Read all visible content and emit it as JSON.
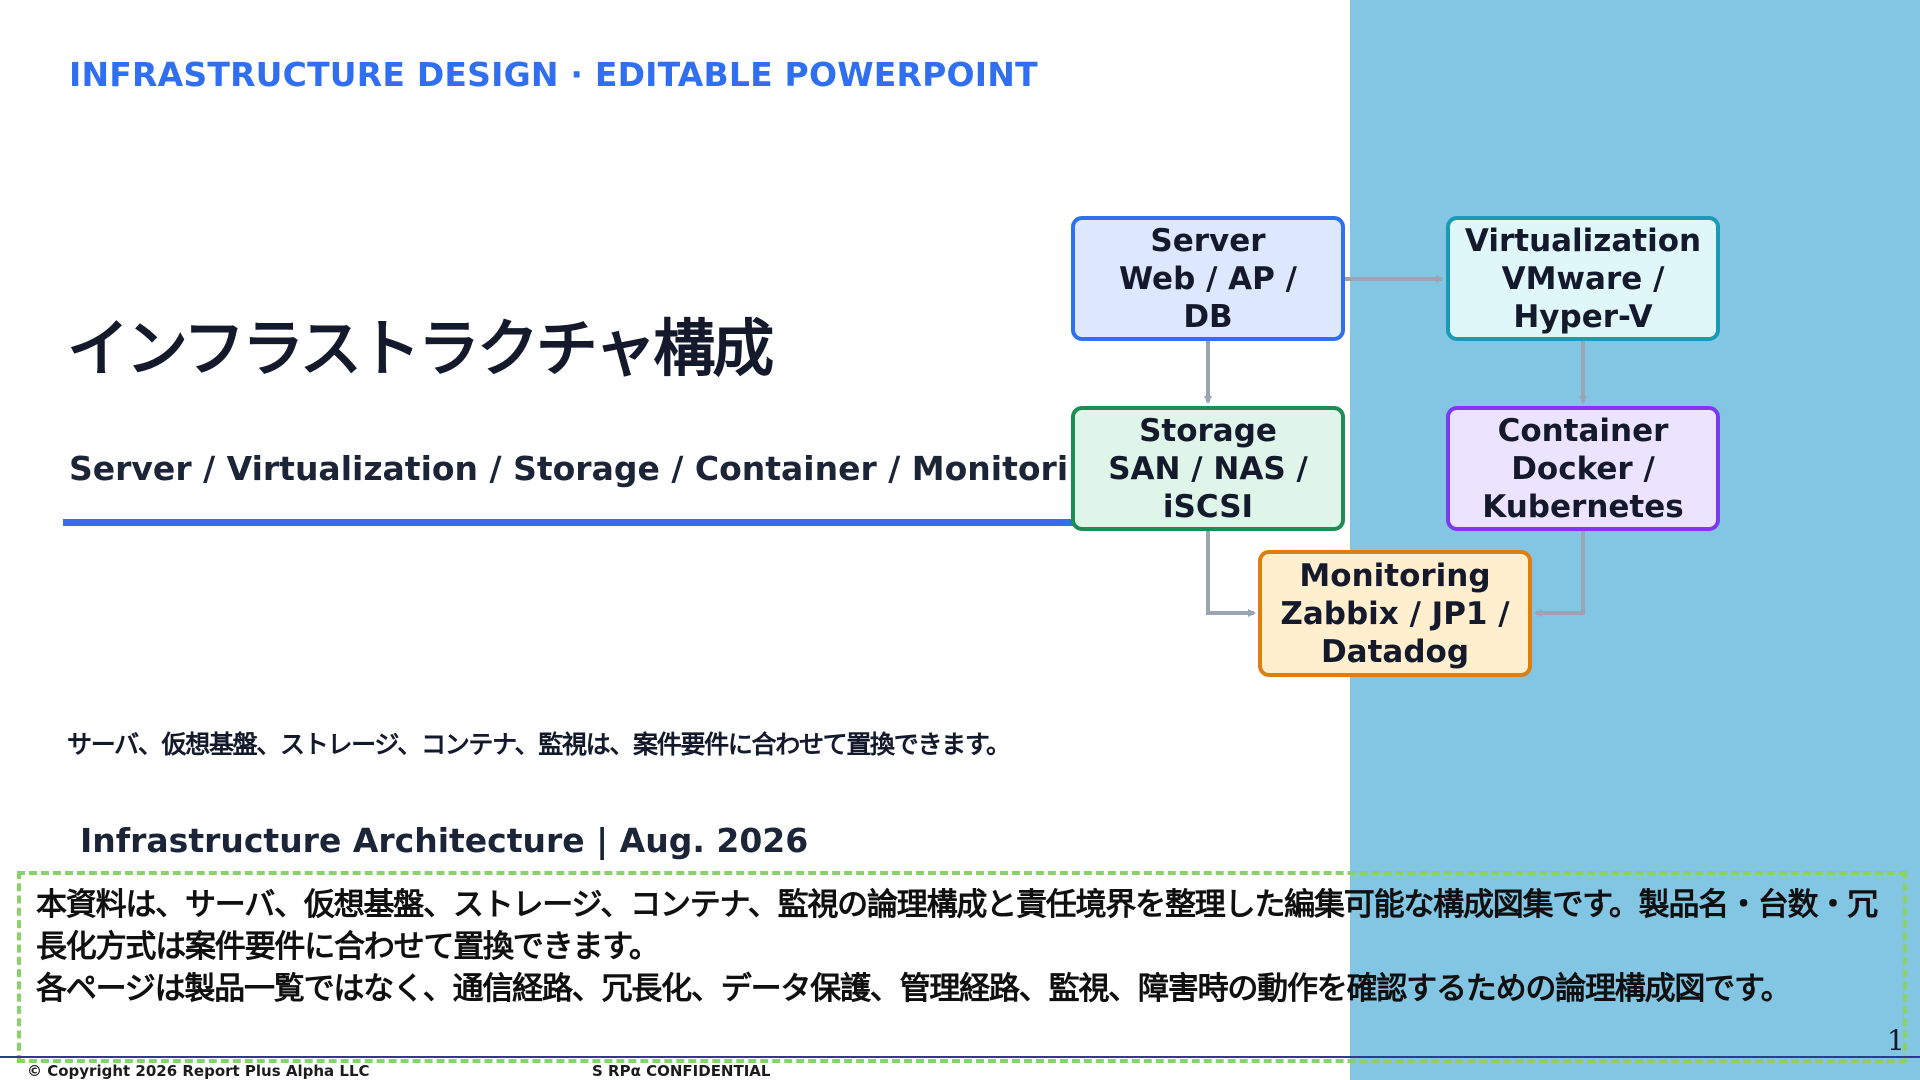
{
  "header": {
    "eyebrow": "INFRASTRUCTURE DESIGN · EDITABLE POWERPOINT",
    "title": "インフラストラクチャ構成",
    "subtitle": "Server / Virtualization / Storage / Container / Monitoring"
  },
  "diagram": {
    "server": {
      "title": "Server",
      "line2": "Web / AP /",
      "line3": "DB"
    },
    "virtualization": {
      "title": "Virtualization",
      "line2": "VMware /",
      "line3": "Hyper-V"
    },
    "storage": {
      "title": "Storage",
      "line2": "SAN / NAS /",
      "line3": "iSCSI"
    },
    "container": {
      "title": "Container",
      "line2": "Docker /",
      "line3": "Kubernetes"
    },
    "monitoring": {
      "title": "Monitoring",
      "line2": "Zabbix / JP1 /",
      "line3": "Datadog"
    }
  },
  "body": {
    "note": "サーバ、仮想基盤、ストレージ、コンテナ、監視は、案件要件に合わせて置換できます。",
    "byline": "Infrastructure Architecture | Aug. 2026"
  },
  "notes_box": {
    "paragraph1": "本資料は、サーバ、仮想基盤、ストレージ、コンテナ、監視の論理構成と責任境界を整理した編集可能な構成図集です。製品名・台数・冗長化方式は案件要件に合わせて置換できます。",
    "paragraph2": "各ページは製品一覧ではなく、通信経路、冗長化、データ保護、管理経路、監視、障害時の動作を確認するための論理構成図です。"
  },
  "footer": {
    "copyright": "© Copyright 2026 Report Plus Alpha LLC",
    "confidential": "S RPα CONFIDENTIAL",
    "page_number": "1"
  },
  "colors": {
    "accent_blue": "#2f6ff0",
    "panel_blue": "#83c6e4",
    "notes_border": "#8bd16a",
    "connector": "#9aa4b2"
  }
}
